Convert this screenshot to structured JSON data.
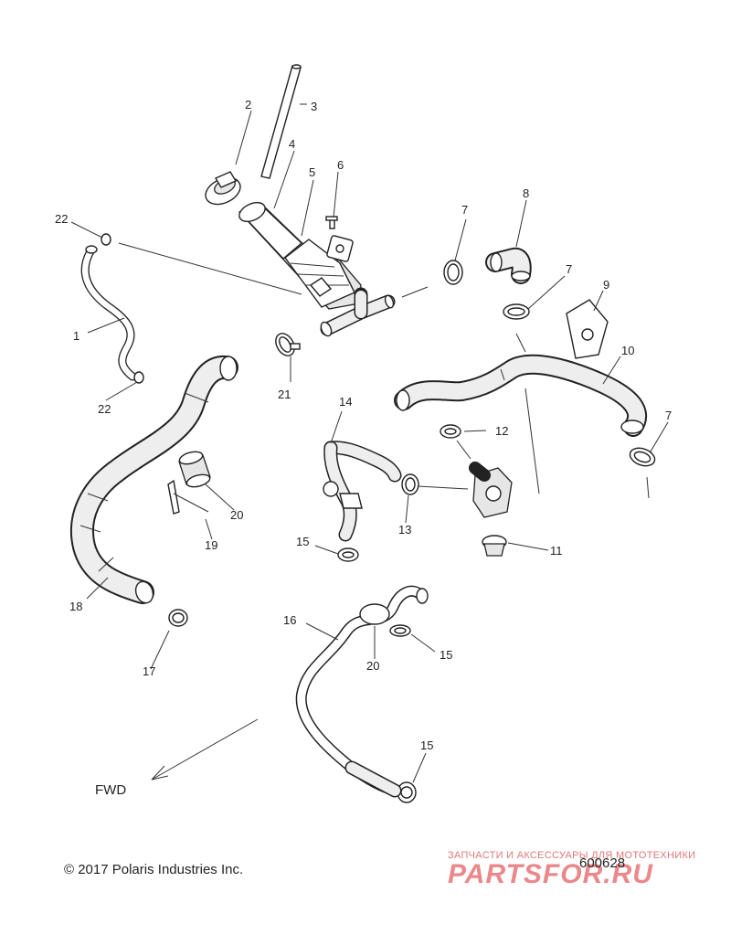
{
  "diagram": {
    "callouts": [
      {
        "id": "c1",
        "label": "1"
      },
      {
        "id": "c2",
        "label": "2"
      },
      {
        "id": "c3",
        "label": "3"
      },
      {
        "id": "c4",
        "label": "4"
      },
      {
        "id": "c5",
        "label": "5"
      },
      {
        "id": "c6",
        "label": "6"
      },
      {
        "id": "c7a",
        "label": "7"
      },
      {
        "id": "c7b",
        "label": "7"
      },
      {
        "id": "c7c",
        "label": "7"
      },
      {
        "id": "c8",
        "label": "8"
      },
      {
        "id": "c9",
        "label": "9"
      },
      {
        "id": "c10",
        "label": "10"
      },
      {
        "id": "c11",
        "label": "11"
      },
      {
        "id": "c12",
        "label": "12"
      },
      {
        "id": "c13",
        "label": "13"
      },
      {
        "id": "c14",
        "label": "14"
      },
      {
        "id": "c15a",
        "label": "15"
      },
      {
        "id": "c15b",
        "label": "15"
      },
      {
        "id": "c15c",
        "label": "15"
      },
      {
        "id": "c16",
        "label": "16"
      },
      {
        "id": "c17",
        "label": "17"
      },
      {
        "id": "c18",
        "label": "18"
      },
      {
        "id": "c19",
        "label": "19"
      },
      {
        "id": "c20a",
        "label": "20"
      },
      {
        "id": "c20b",
        "label": "20"
      },
      {
        "id": "c21",
        "label": "21"
      },
      {
        "id": "c22a",
        "label": "22"
      },
      {
        "id": "c22b",
        "label": "22"
      }
    ],
    "direction_label": "FWD",
    "drawing_number": "600628",
    "copyright": "© 2017 Polaris Industries Inc."
  },
  "watermark": {
    "tagline": "ЗАПЧАСТИ И АКСЕССУАРЫ ДЛЯ МОТОТЕХНИКИ",
    "logo_text": "PARTSFOR.RU",
    "color": "#d9282f"
  },
  "line_color": "#222222"
}
